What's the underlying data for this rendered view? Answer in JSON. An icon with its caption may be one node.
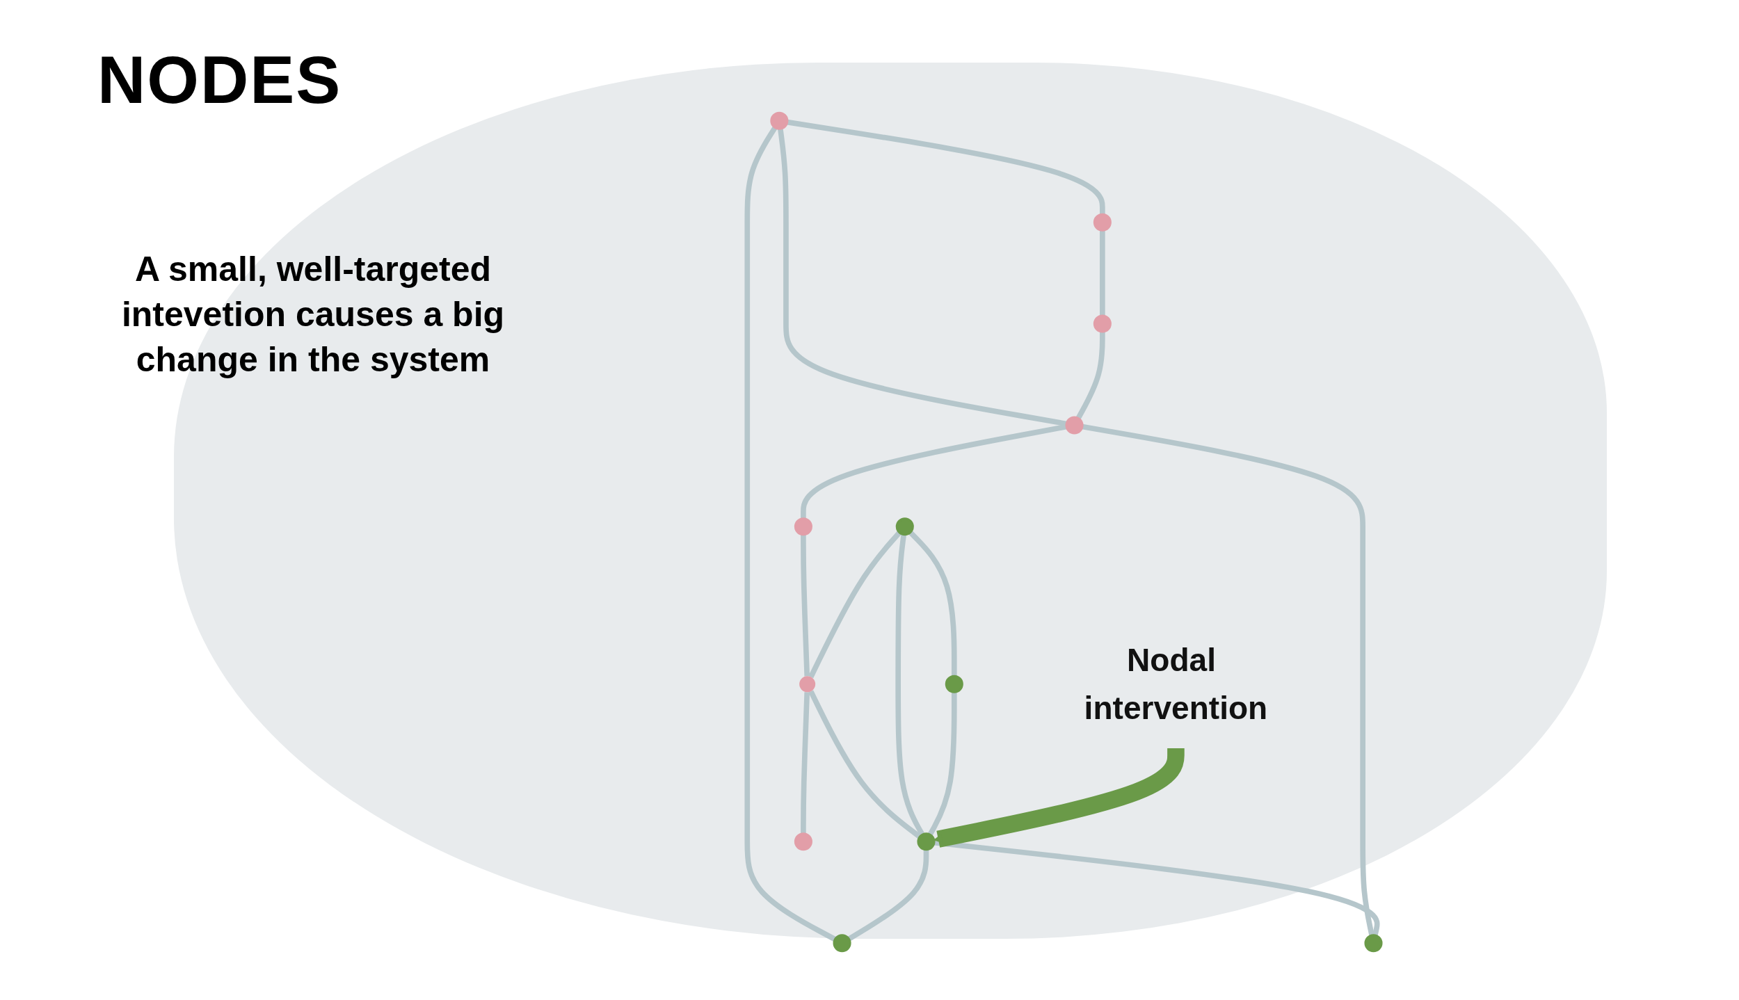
{
  "diagram": {
    "title": "NODES",
    "nodes": [
      {
        "text": [],
        "shape": "circle"
      },
      {
        "text": [],
        "shape": "circle"
      },
      {
        "text": [],
        "shape": "circle"
      },
      {
        "text": [],
        "shape": "circle"
      },
      {
        "text": [],
        "shape": "circle"
      },
      {
        "text": [],
        "shape": "circle"
      },
      {
        "text": [],
        "shape": "circle"
      },
      {
        "text": [],
        "shape": "circle"
      },
      {
        "text": [],
        "shape": "circle"
      },
      {
        "text": [],
        "shape": "circle"
      },
      {
        "text": [],
        "shape": "circle"
      },
      {
        "text": [],
        "shape": "circle"
      },
      {
        "text": [
          "Nodal intervention"
        ]
      }
    ],
    "edges": [
      {
        "from": 0,
        "to": 1,
        "arrow": "none"
      },
      {
        "from": 0,
        "to": 5,
        "arrow": "none"
      },
      {
        "from": 0,
        "to": 7,
        "arrow": "none"
      },
      {
        "from": 1,
        "to": 4,
        "arrow": "none"
      },
      {
        "from": 4,
        "to": 5,
        "arrow": "none"
      },
      {
        "from": 5,
        "to": 9,
        "arrow": "none"
      },
      {
        "from": 5,
        "to": 10,
        "arrow": "none"
      },
      {
        "from": 9,
        "to": 8,
        "arrow": "none"
      },
      {
        "from": 8,
        "to": 6,
        "arrow": "none"
      },
      {
        "from": 8,
        "to": 11,
        "arrow": "none"
      },
      {
        "from": 3,
        "to": 8,
        "arrow": "none"
      },
      {
        "from": 3,
        "to": 2,
        "arrow": "none"
      },
      {
        "from": 3,
        "to": 6,
        "arrow": "none"
      },
      {
        "from": 2,
        "to": 6,
        "arrow": "none"
      },
      {
        "from": 6,
        "to": 7,
        "arrow": "none"
      },
      {
        "from": 6,
        "to": 10,
        "arrow": "none"
      },
      {
        "from": 12,
        "to": 6,
        "arrow": "to",
        "style": "thick",
        "color": "#6a9a48"
      }
    ],
    "labels": [
      "A small, well-targeted intevetion causes a big change in the system"
    ]
  }
}
